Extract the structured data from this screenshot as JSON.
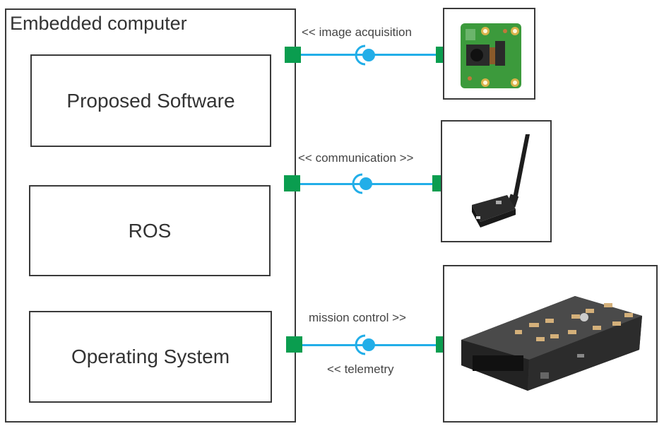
{
  "diagram": {
    "container": {
      "title": "Embedded computer"
    },
    "layers": [
      {
        "label": "Proposed Software"
      },
      {
        "label": "ROS"
      },
      {
        "label": "Operating System"
      }
    ],
    "interfaces": [
      {
        "name": "image-acquisition",
        "label_top": "<< image acquisition",
        "label_bottom": "",
        "device": "Raspberry Pi camera module"
      },
      {
        "name": "communication",
        "label_top": "<< communication >>",
        "label_bottom": "",
        "device": "Telemetry radio module"
      },
      {
        "name": "mission-control",
        "label_top": "mission control >>",
        "label_bottom": "<< telemetry",
        "device": "Pixhawk flight controller"
      }
    ],
    "colors": {
      "port": "#0a9d4f",
      "connector": "#22aee8",
      "border": "#3a3a3a"
    }
  }
}
